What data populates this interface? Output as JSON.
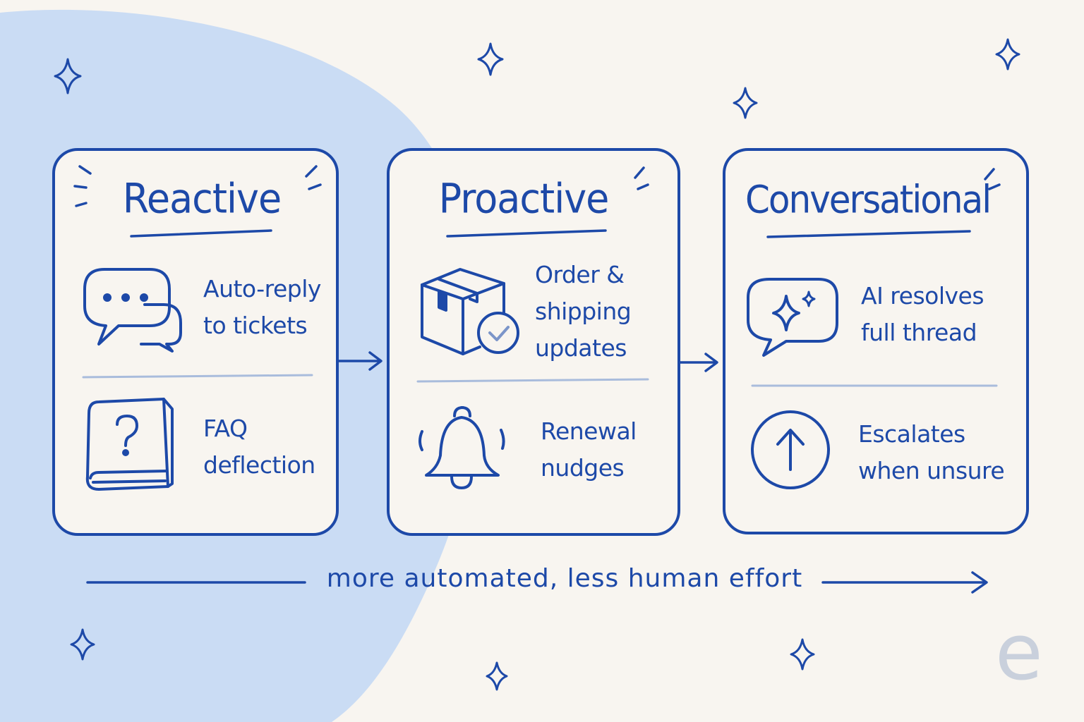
{
  "colors": {
    "ink": "#1d49a8",
    "blob": "#cadcf4",
    "background": "#f8f5f0",
    "divider": "#a9bcdc"
  },
  "panels": [
    {
      "title": "Reactive",
      "items": [
        {
          "icon": "chat-bubbles-icon",
          "text": "Auto-reply\nto tickets"
        },
        {
          "icon": "faq-book-icon",
          "text": "FAQ\ndeflection"
        }
      ]
    },
    {
      "title": "Proactive",
      "items": [
        {
          "icon": "package-check-icon",
          "text": "Order &\nshipping\nupdates"
        },
        {
          "icon": "bell-icon",
          "text": "Renewal\nnudges"
        }
      ]
    },
    {
      "title": "Conversational",
      "items": [
        {
          "icon": "ai-sparkle-chat-icon",
          "text": "AI resolves\nfull thread"
        },
        {
          "icon": "escalate-up-icon",
          "text": "Escalates\nwhen unsure"
        }
      ]
    }
  ],
  "caption": "more automated, less human effort",
  "watermark": "e"
}
